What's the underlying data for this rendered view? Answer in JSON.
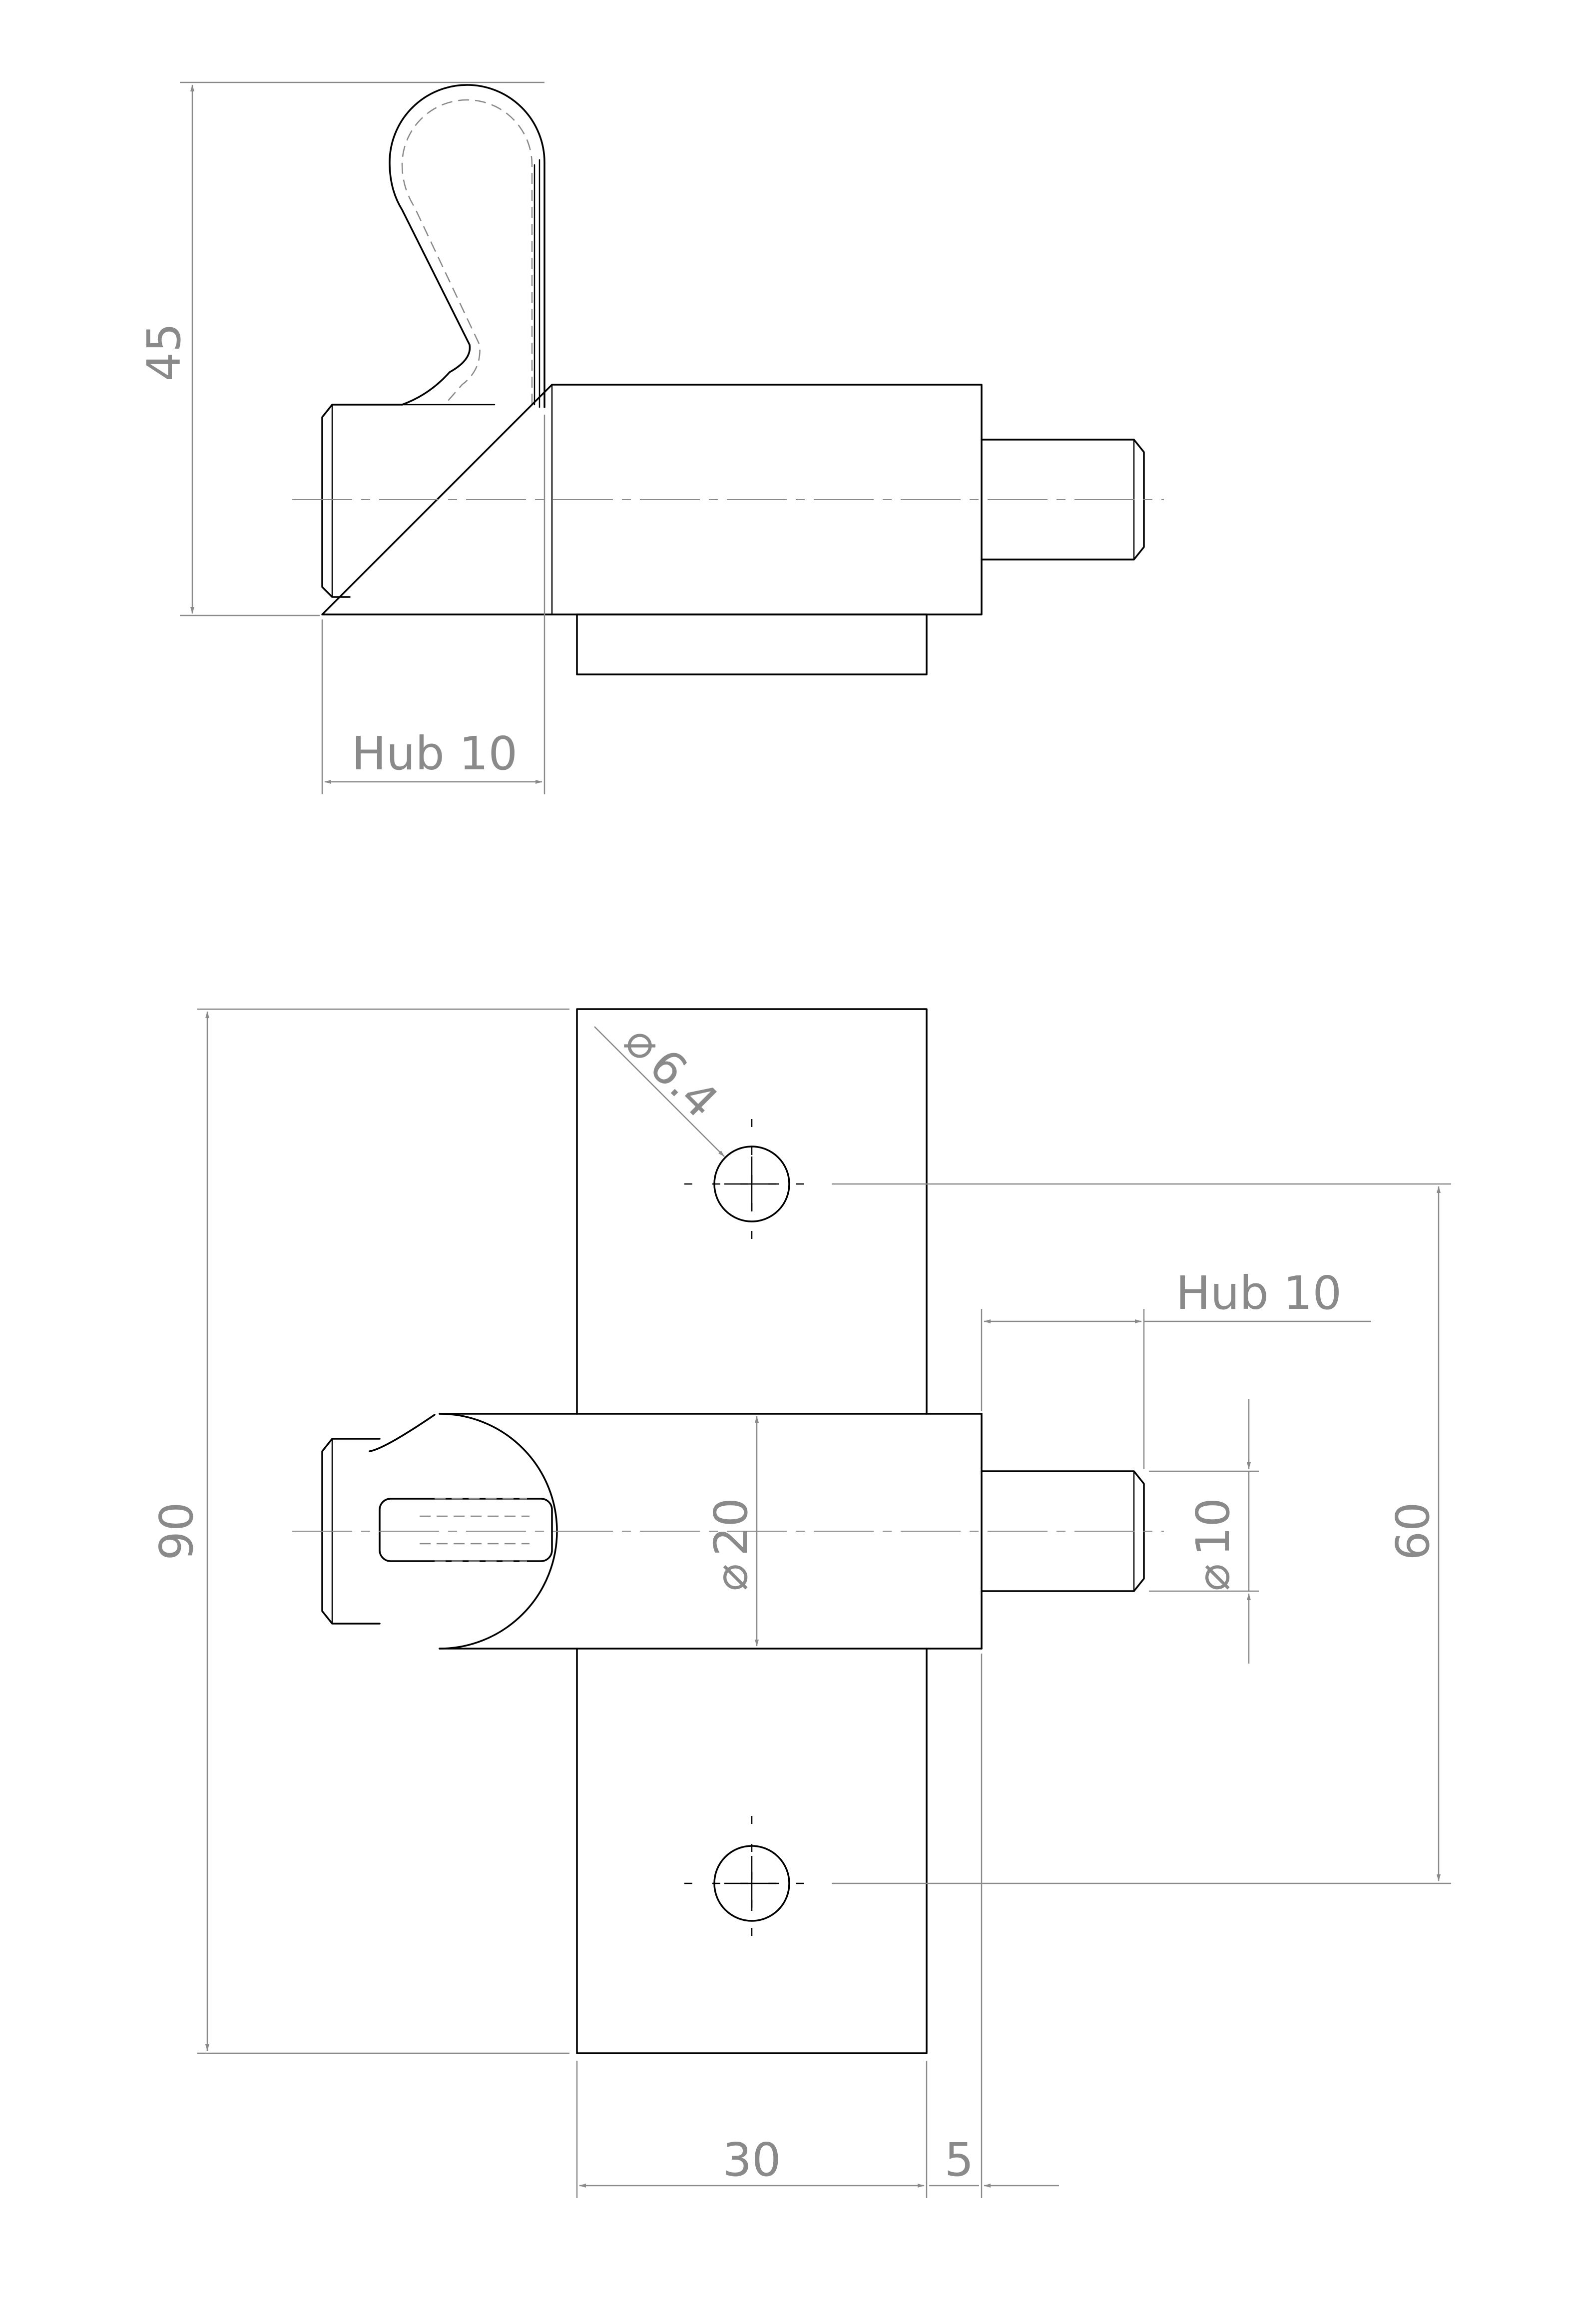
{
  "dimensions": {
    "side_height": "45",
    "side_stroke": "Hub 10",
    "plate_height": "90",
    "hole_diameter": "6.4",
    "front_stroke": "Hub 10",
    "body_diameter": "20",
    "pin_diameter": "10",
    "hole_spacing": "60",
    "plate_width": "30",
    "offset": "5"
  },
  "symbols": {
    "diameter": "⌀"
  },
  "colors": {
    "part_lines": "#000000",
    "dimension_lines": "#8a8a8a",
    "background": "#ffffff"
  }
}
